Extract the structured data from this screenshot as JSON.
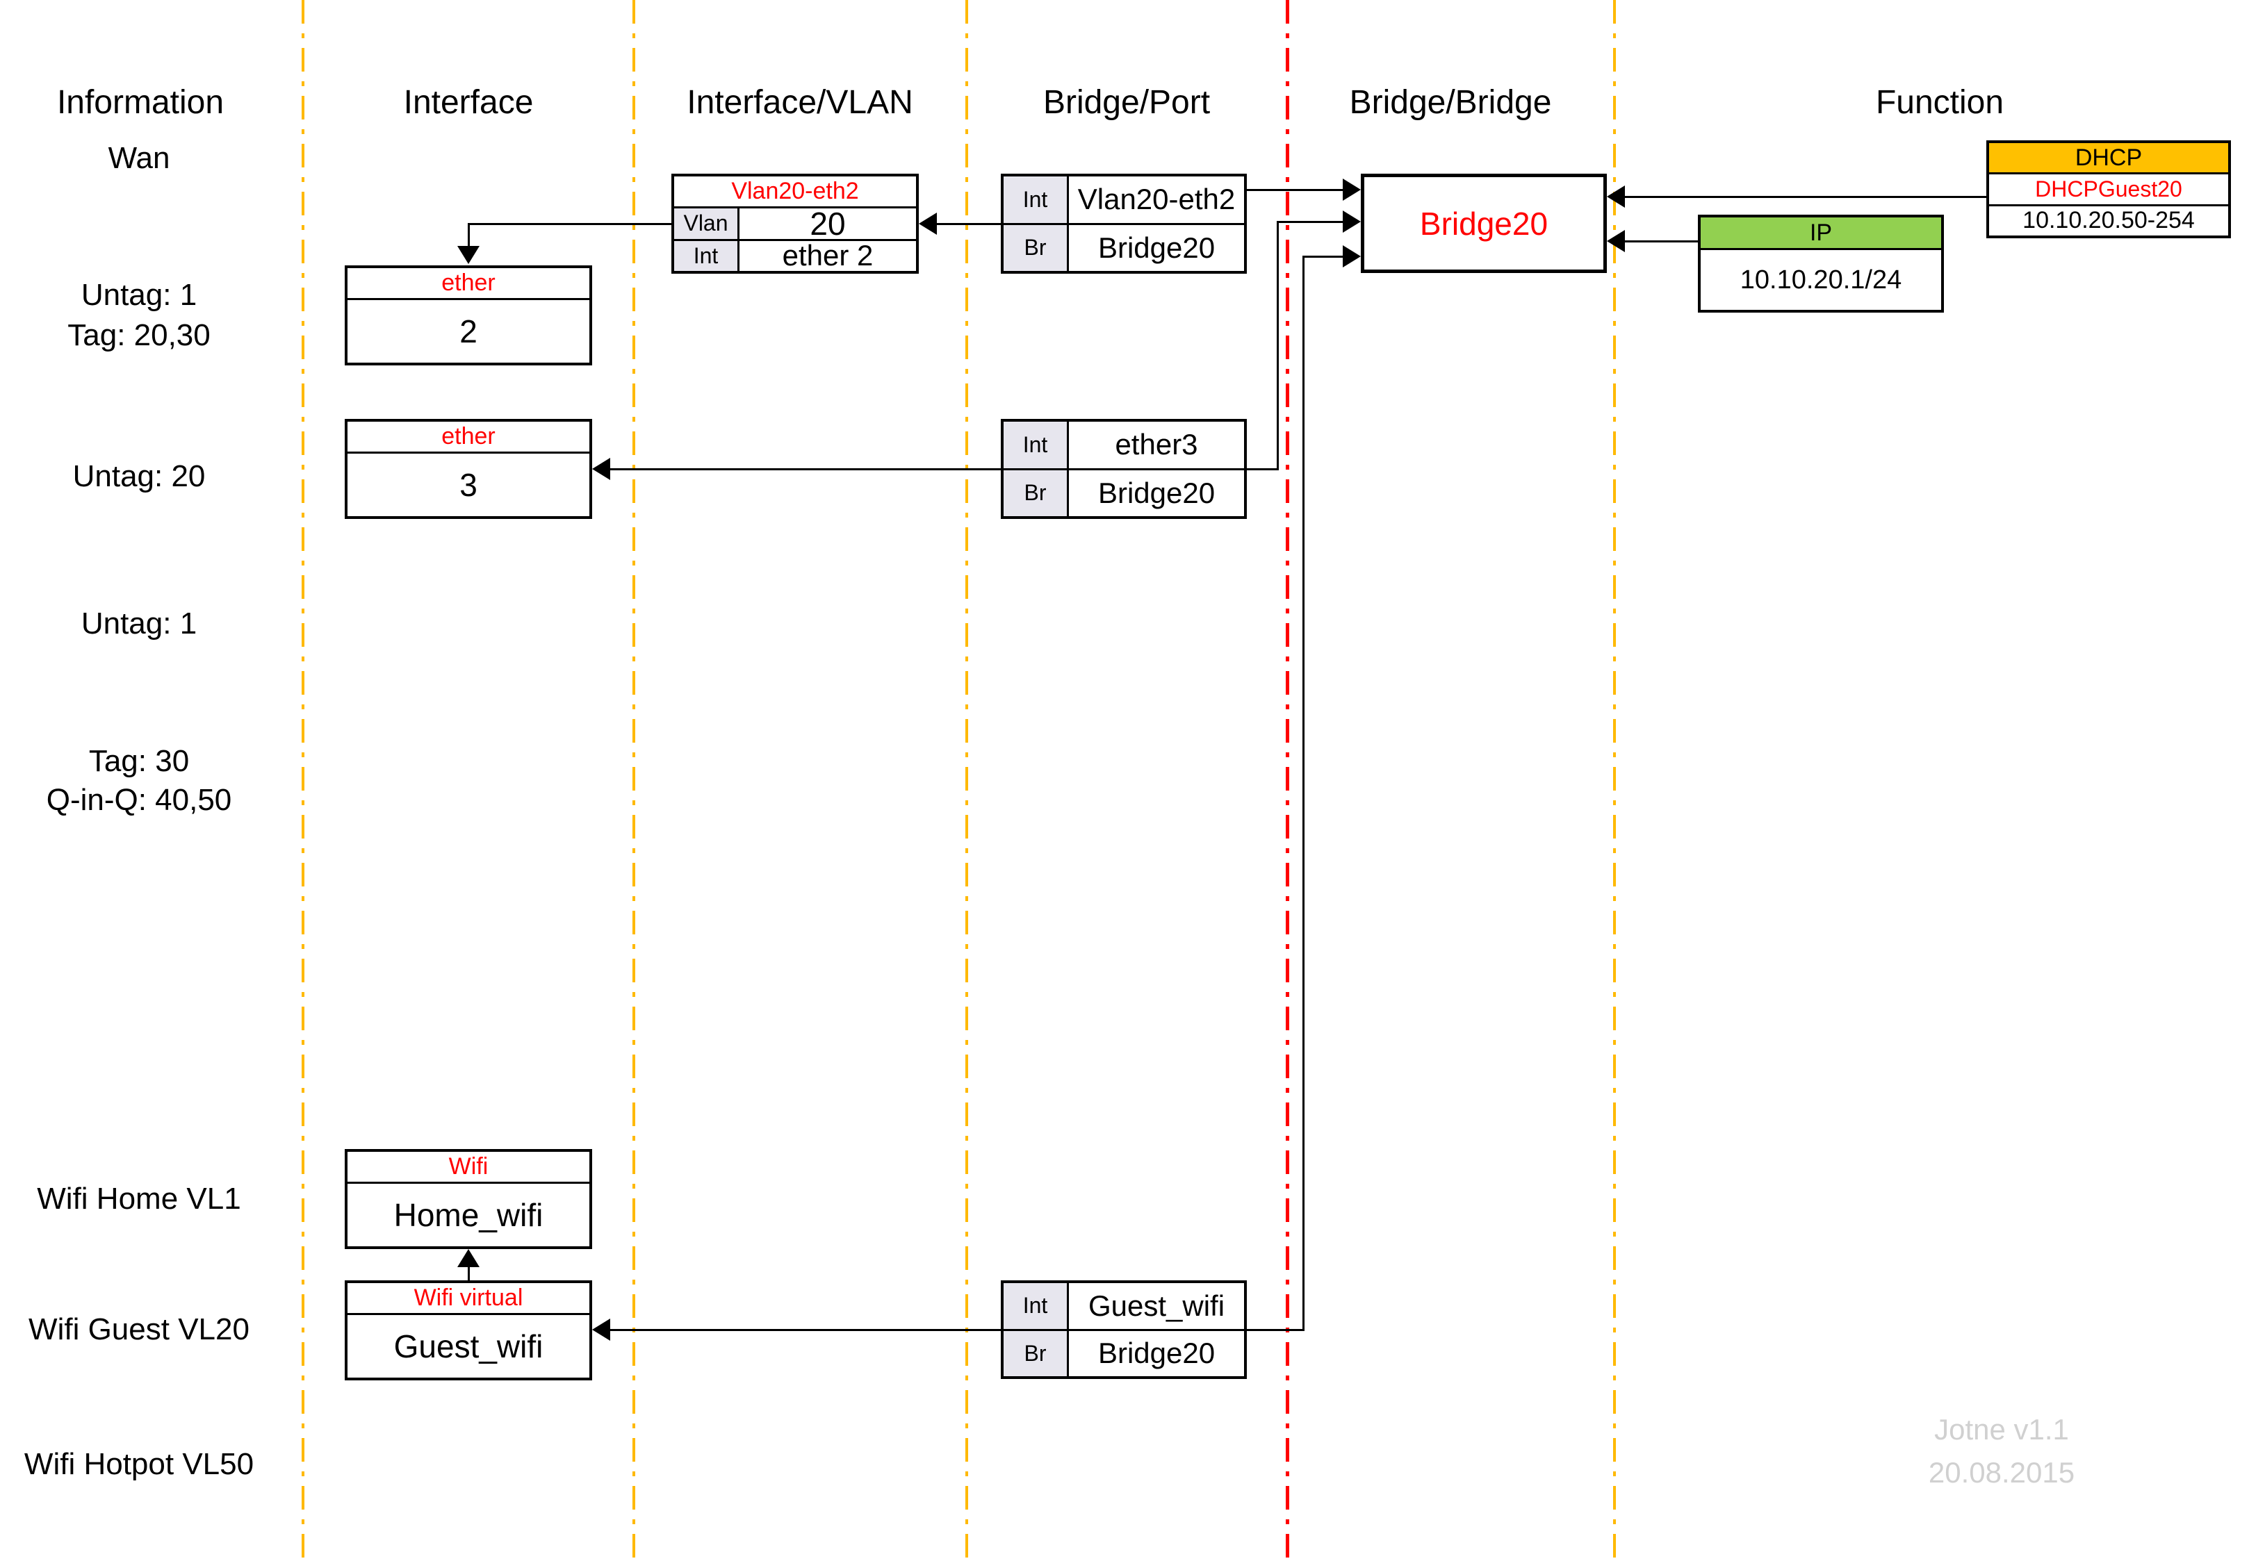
{
  "columns": {
    "information": "Information",
    "interface": "Interface",
    "interface_vlan": "Interface/VLAN",
    "bridge_port": "Bridge/Port",
    "bridge_bridge": "Bridge/Bridge",
    "function": "Function"
  },
  "info_labels": {
    "wan": "Wan",
    "wan_untag": "Untag: 1",
    "wan_tag": "Tag: 20,30",
    "untag20": "Untag: 20",
    "untag1": "Untag: 1",
    "tag30": "Tag: 30",
    "qinq": "Q-in-Q: 40,50",
    "wifi_home": "Wifi Home VL1",
    "wifi_guest": "Wifi Guest VL20",
    "wifi_hotpot": "Wifi Hotpot VL50"
  },
  "boxes": {
    "ether2": {
      "header": "ether",
      "value": "2"
    },
    "ether3": {
      "header": "ether",
      "value": "3"
    },
    "wifi_home": {
      "header": "Wifi",
      "value": "Home_wifi"
    },
    "wifi_guest": {
      "header": "Wifi virtual",
      "value": "Guest_wifi"
    },
    "vlan20": {
      "header": "Vlan20-eth2",
      "rows": [
        {
          "label": "Vlan",
          "value": "20"
        },
        {
          "label": "Int",
          "value": "ether 2"
        }
      ]
    },
    "bp1": {
      "rows": [
        {
          "label": "Int",
          "value": "Vlan20-eth2"
        },
        {
          "label": "Br",
          "value": "Bridge20"
        }
      ]
    },
    "bp2": {
      "rows": [
        {
          "label": "Int",
          "value": "ether3"
        },
        {
          "label": "Br",
          "value": "Bridge20"
        }
      ]
    },
    "bp3": {
      "rows": [
        {
          "label": "Int",
          "value": "Guest_wifi"
        },
        {
          "label": "Br",
          "value": "Bridge20"
        }
      ]
    },
    "bridge20": {
      "label": "Bridge20"
    },
    "dhcp": {
      "header": "DHCP",
      "name": "DHCPGuest20",
      "range": "10.10.20.50-254"
    },
    "ip": {
      "header": "IP",
      "address": "10.10.20.1/24"
    }
  },
  "watermark": {
    "line1": "Jotne  v1.1",
    "line2": "20.08.2015"
  },
  "colors": {
    "accent_orange": "#FFB900",
    "accent_red": "#FF0000",
    "fill_orange": "#FFC000",
    "fill_green": "#92D050",
    "cell_gray": "#E7E6EE",
    "watermark_gray": "#D0D0D0"
  }
}
